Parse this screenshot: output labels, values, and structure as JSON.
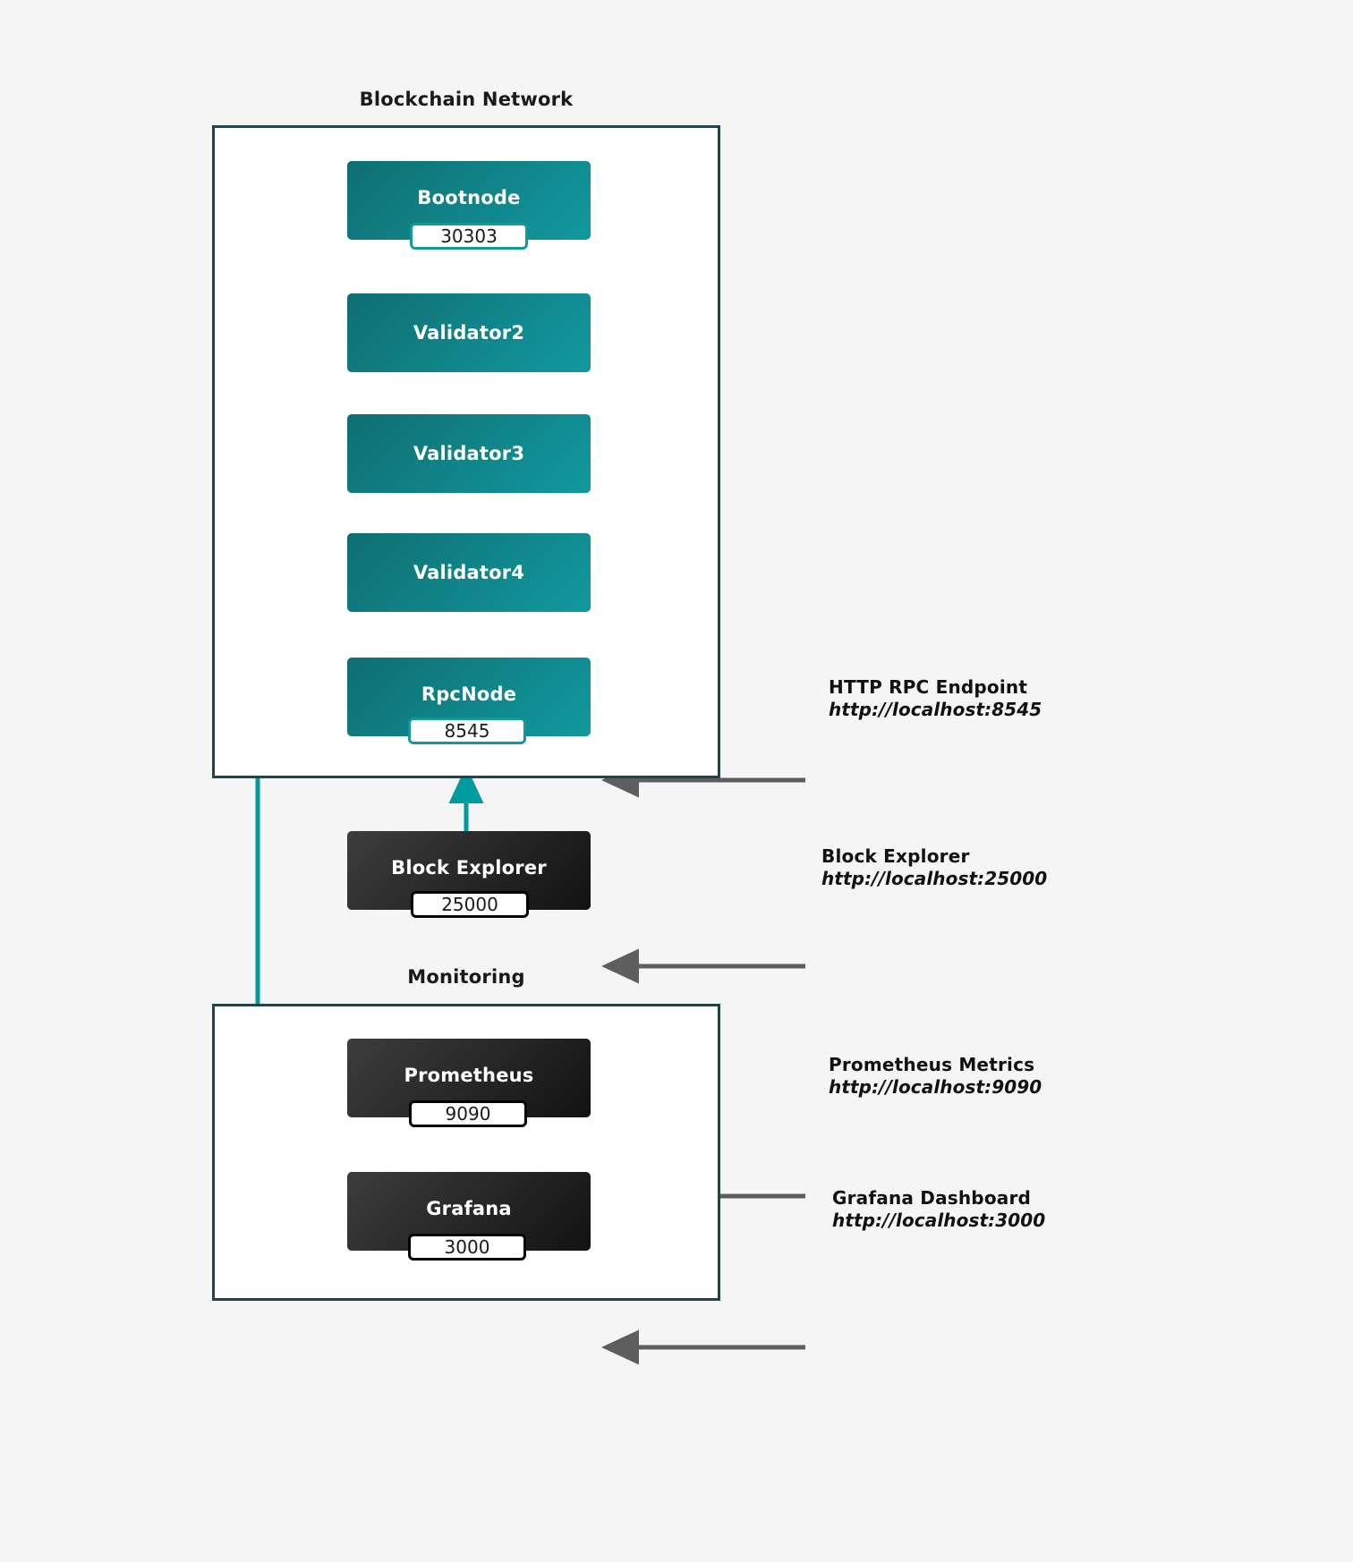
{
  "diagram": {
    "background_color": "#f5f5f5",
    "accent_teal": "#11999e",
    "cluster_border": "#1f4449",
    "annotation_arrow_color": "#5e5e5e",
    "peer_link_color": "#5e5e5e"
  },
  "clusters": [
    {
      "id": "blockchain",
      "title": "Blockchain Network"
    },
    {
      "id": "monitoring",
      "title": "Monitoring"
    }
  ],
  "nodes": [
    {
      "id": "bootnode",
      "label": "Bootnode",
      "port": "30303",
      "style": "teal"
    },
    {
      "id": "validator2",
      "label": "Validator2",
      "port": "",
      "style": "teal"
    },
    {
      "id": "validator3",
      "label": "Validator3",
      "port": "",
      "style": "teal"
    },
    {
      "id": "validator4",
      "label": "Validator4",
      "port": "",
      "style": "teal"
    },
    {
      "id": "rpcnode",
      "label": "RpcNode",
      "port": "8545",
      "style": "teal"
    },
    {
      "id": "explorer",
      "label": "Block Explorer",
      "port": "25000",
      "style": "dark"
    },
    {
      "id": "prometheus",
      "label": "Prometheus",
      "port": "9090",
      "style": "dark"
    },
    {
      "id": "grafana",
      "label": "Grafana",
      "port": "3000",
      "style": "dark"
    }
  ],
  "annotations": [
    {
      "id": "rpc",
      "title": "HTTP RPC Endpoint",
      "url": "http://localhost:8545"
    },
    {
      "id": "explorer",
      "title": "Block Explorer",
      "url": "http://localhost:25000"
    },
    {
      "id": "prometheus",
      "title": "Prometheus Metrics",
      "url": "http://localhost:9090"
    },
    {
      "id": "grafana",
      "title": "Grafana Dashboard",
      "url": "http://localhost:3000"
    }
  ]
}
